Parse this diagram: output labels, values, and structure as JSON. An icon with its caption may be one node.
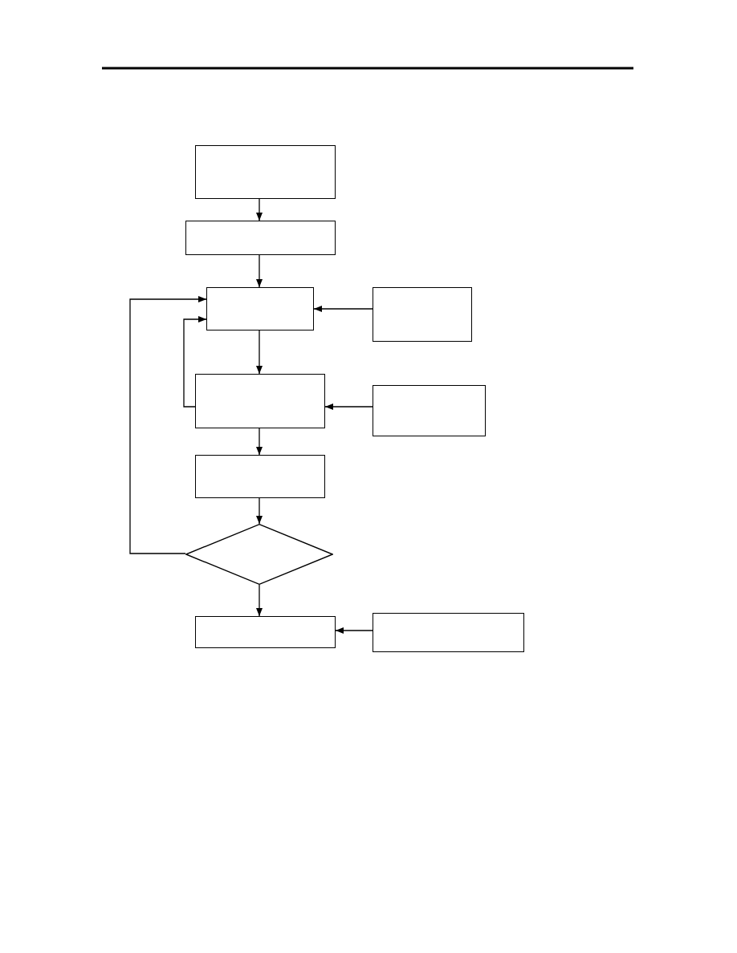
{
  "diagram": {
    "nodes": [
      {
        "text": [],
        "shape": "box"
      },
      {
        "text": [],
        "shape": "box"
      },
      {
        "text": [],
        "shape": "box"
      },
      {
        "text": [],
        "shape": "box"
      },
      {
        "text": [],
        "shape": "box"
      },
      {
        "text": [],
        "shape": "box"
      },
      {
        "text": [],
        "shape": "box"
      },
      {
        "text": [],
        "shape": "diamond"
      },
      {
        "text": [],
        "shape": "box"
      },
      {
        "text": [],
        "shape": "box"
      }
    ],
    "edges": [
      {
        "from": 0,
        "to": 1,
        "arrow": "to"
      },
      {
        "from": 1,
        "to": 2,
        "arrow": "to"
      },
      {
        "from": 3,
        "to": 2,
        "arrow": "to"
      },
      {
        "from": 2,
        "to": 4,
        "arrow": "to"
      },
      {
        "from": 5,
        "to": 4,
        "arrow": "to"
      },
      {
        "from": 4,
        "to": 2,
        "arrow": "to"
      },
      {
        "from": 4,
        "to": 6,
        "arrow": "to"
      },
      {
        "from": 6,
        "to": 7,
        "arrow": "to"
      },
      {
        "from": 7,
        "to": 2,
        "arrow": "to"
      },
      {
        "from": 7,
        "to": 8,
        "arrow": "to"
      },
      {
        "from": 9,
        "to": 8,
        "arrow": "to"
      }
    ]
  }
}
